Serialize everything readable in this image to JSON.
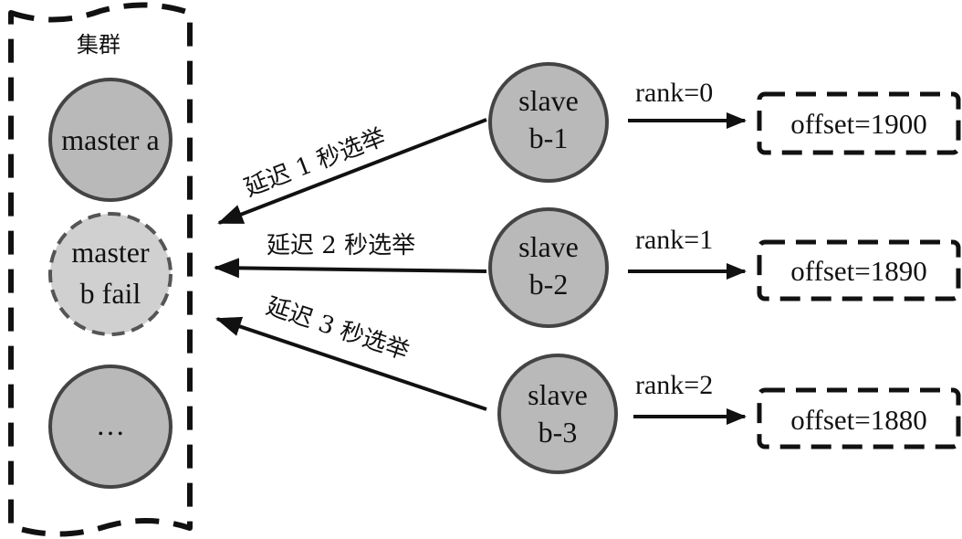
{
  "cluster": {
    "label": "集群",
    "masters": [
      {
        "lines": [
          "master a"
        ],
        "state": "normal"
      },
      {
        "lines": [
          "master",
          "b fail"
        ],
        "state": "failed"
      },
      {
        "lines": [
          "…"
        ],
        "state": "normal"
      }
    ]
  },
  "slaves": [
    {
      "lines": [
        "slave",
        "b-1"
      ],
      "rank_label": "rank=0",
      "offset_label": "offset=1900",
      "delay_label": "延迟 1 秒选举"
    },
    {
      "lines": [
        "slave",
        "b-2"
      ],
      "rank_label": "rank=1",
      "offset_label": "offset=1890",
      "delay_label": "延迟 2 秒选举"
    },
    {
      "lines": [
        "slave",
        "b-3"
      ],
      "rank_label": "rank=2",
      "offset_label": "offset=1880",
      "delay_label": "延迟 3 秒选举"
    }
  ],
  "colors": {
    "node_fill": "#b9b9b9",
    "node_stroke": "#444444",
    "failed_fill": "#d0d0d0",
    "line": "#111111"
  }
}
